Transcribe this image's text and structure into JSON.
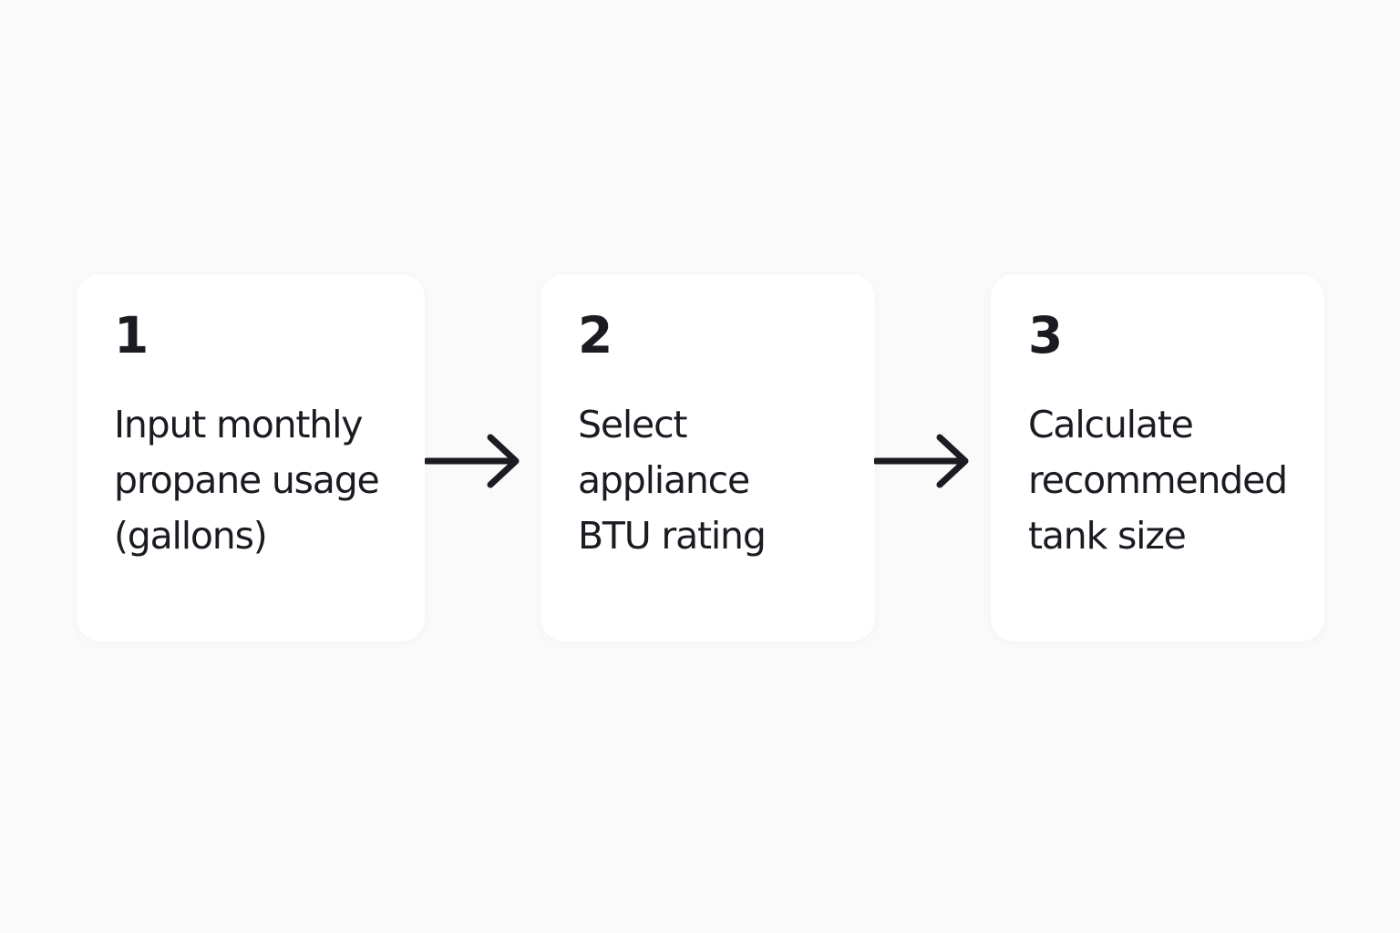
{
  "steps": [
    {
      "number": "1",
      "lines": [
        "Input monthly",
        "propane usage",
        "(gallons)"
      ]
    },
    {
      "number": "2",
      "lines": [
        "Select",
        "appliance",
        "BTU rating"
      ]
    },
    {
      "number": "3",
      "lines": [
        "Calculate",
        "recommended",
        "tank size"
      ]
    }
  ],
  "colors": {
    "background": "#fafafa",
    "card": "#ffffff",
    "text": "#1b1c22",
    "arrow": "#1b1c22"
  },
  "icons": {
    "connector": "arrow-right-icon"
  }
}
